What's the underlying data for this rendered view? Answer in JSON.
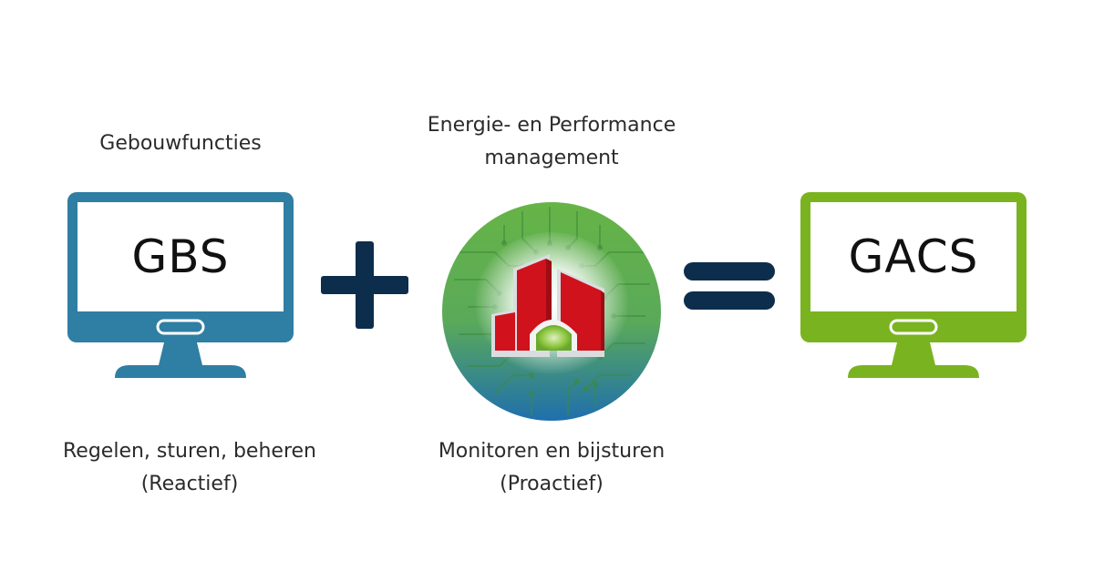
{
  "left": {
    "top_label": "Gebouwfuncties",
    "screen_label": "GBS",
    "bottom_line1": "Regelen, sturen, beheren",
    "bottom_line2": "(Reactief)",
    "color": "#2f7ea3"
  },
  "operator_plus": "+",
  "middle": {
    "top_line1": "Energie- en Performance",
    "top_line2": "management",
    "bottom_line1": "Monitoren en bijsturen",
    "bottom_line2": "(Proactief)",
    "icon": "building-circuit-logo-icon"
  },
  "operator_equals": "=",
  "right": {
    "screen_label": "GACS",
    "color": "#7ab320"
  },
  "colors": {
    "operator": "#0d2d4c",
    "building_red": "#d0121c",
    "circle_green": "#6db845",
    "circle_blue": "#1f6fae"
  }
}
